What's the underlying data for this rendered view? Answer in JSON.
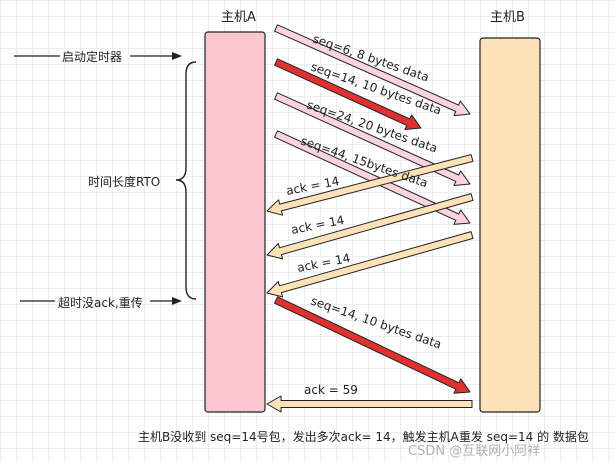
{
  "hosts": {
    "a_title": "主机A",
    "b_title": "主机B"
  },
  "side_labels": {
    "start_timer": "启动定时器",
    "rto": "时间长度RTO",
    "timeout": "超时没ack,重传"
  },
  "messages": [
    {
      "label": "seq=6,   8 bytes data",
      "direction": "A→B",
      "style": "normal"
    },
    {
      "label": "seq=14,  10 bytes data",
      "direction": "A→B",
      "style": "lost"
    },
    {
      "label": "seq=24,  20 bytes data",
      "direction": "A→B",
      "style": "normal"
    },
    {
      "label": "seq=44,  15bytes data",
      "direction": "A→B",
      "style": "normal"
    },
    {
      "label": "ack = 14",
      "direction": "B→A",
      "style": "ack"
    },
    {
      "label": "ack = 14",
      "direction": "B→A",
      "style": "ack"
    },
    {
      "label": "ack = 14",
      "direction": "B→A",
      "style": "ack"
    },
    {
      "label": "seq=14,  10 bytes data",
      "direction": "A→B",
      "style": "retransmit"
    },
    {
      "label": "ack = 59",
      "direction": "B→A",
      "style": "ack"
    }
  ],
  "bottom_note": "主机B没收到 seq=14号包，发出多次ack= 14，触发主机A重发 seq=14 的 数据包",
  "watermark": "CSDN @互联网小阿祥",
  "colors": {
    "host_a_fill": "#fcc6cf",
    "host_b_fill": "#fde2b7",
    "normal_arrow": "#fbd3dc",
    "lost_arrow": "#e03131",
    "ack_arrow": "#fde2b7"
  }
}
